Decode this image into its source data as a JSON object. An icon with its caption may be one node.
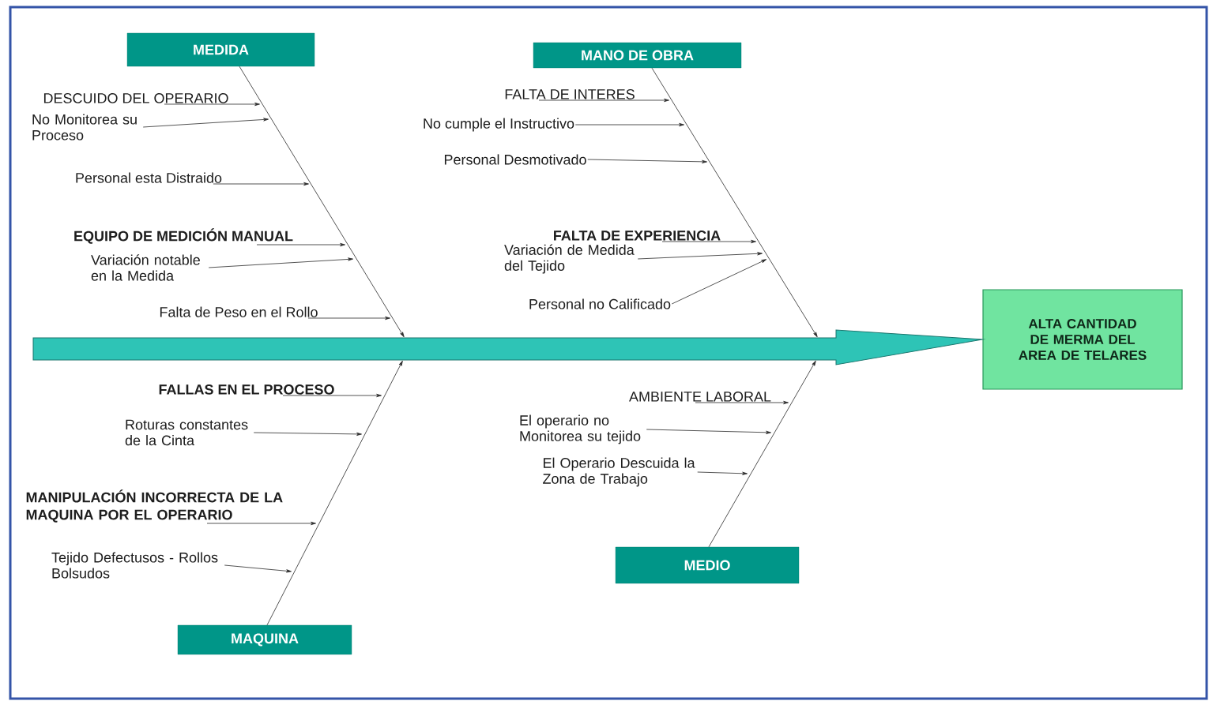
{
  "diagram": {
    "nodes": [
      {
        "text": [
          "MEDIDA"
        ]
      },
      {
        "text": [
          "DESCUIDO DEL OPERARIO"
        ]
      },
      {
        "text": [
          "No Monitorea su Proceso"
        ]
      },
      {
        "text": [
          "Personal esta Distraido"
        ]
      },
      {
        "text": [
          "EQUIPO DE MEDICIÓN MANUAL"
        ]
      },
      {
        "text": [
          "Variación notable en la Medida"
        ]
      },
      {
        "text": [
          "Falta de Peso en el Rollo"
        ]
      },
      {
        "text": [
          "MANO DE OBRA"
        ]
      },
      {
        "text": [
          "FALTA DE INTERES"
        ]
      },
      {
        "text": [
          "No cumple el Instructivo"
        ]
      },
      {
        "text": [
          "Personal Desmotivado"
        ]
      },
      {
        "text": [
          "FALTA DE EXPERIENCIA"
        ]
      },
      {
        "text": [
          "Variación de Medida del Tejido"
        ]
      },
      {
        "text": [
          "Personal no Calificado"
        ]
      },
      {
        "text": [
          "ALTA CANTIDAD DE MERMA DEL AREA DE TELARES"
        ]
      },
      {
        "text": [
          "FALLAS EN EL PROCESO"
        ]
      },
      {
        "text": [
          "Roturas constantes de la Cinta"
        ]
      },
      {
        "text": [
          "MANIPULACIÓN INCORRECTA DE LA MAQUINA POR EL OPERARIO"
        ]
      },
      {
        "text": [
          "Tejido Defectusos - Rollos Bolsudos"
        ]
      },
      {
        "text": [
          "MAQUINA"
        ]
      },
      {
        "text": [
          "AMBIENTE LABORAL"
        ]
      },
      {
        "text": [
          "El operario no Monitorea su tejido"
        ]
      },
      {
        "text": [
          "El Operario Descuida la Zona de Trabajo"
        ]
      },
      {
        "text": [
          "MEDIO"
        ]
      }
    ],
    "edges": [
      {
        "from": 0,
        "to": null,
        "arrow": "to"
      },
      {
        "from": 1,
        "to": null,
        "arrow": "to"
      },
      {
        "from": 2,
        "to": null,
        "arrow": "to"
      },
      {
        "from": 3,
        "to": null,
        "arrow": "to"
      },
      {
        "from": 4,
        "to": null,
        "arrow": "to"
      },
      {
        "from": 5,
        "to": null,
        "arrow": "to"
      },
      {
        "from": 6,
        "to": null,
        "arrow": "to"
      },
      {
        "from": 7,
        "to": null,
        "arrow": "to"
      },
      {
        "from": 8,
        "to": null,
        "arrow": "to"
      },
      {
        "from": 9,
        "to": null,
        "arrow": "to"
      },
      {
        "from": 10,
        "to": null,
        "arrow": "to"
      },
      {
        "from": 11,
        "to": null,
        "arrow": "to"
      },
      {
        "from": 12,
        "to": null,
        "arrow": "to"
      },
      {
        "from": 13,
        "to": null,
        "arrow": "to"
      },
      {
        "from": null,
        "to": 14,
        "arrow": "to",
        "style": "thick",
        "color": "#2ec4b6"
      },
      {
        "from": 19,
        "to": null,
        "arrow": "to"
      },
      {
        "from": 15,
        "to": null,
        "arrow": "to"
      },
      {
        "from": 16,
        "to": null,
        "arrow": "to"
      },
      {
        "from": 17,
        "to": null,
        "arrow": "to"
      },
      {
        "from": 18,
        "to": null,
        "arrow": "to"
      },
      {
        "from": 23,
        "to": null,
        "arrow": "to"
      },
      {
        "from": 20,
        "to": null,
        "arrow": "to"
      },
      {
        "from": 21,
        "to": null,
        "arrow": "to"
      },
      {
        "from": 22,
        "to": null,
        "arrow": "to"
      }
    ]
  }
}
